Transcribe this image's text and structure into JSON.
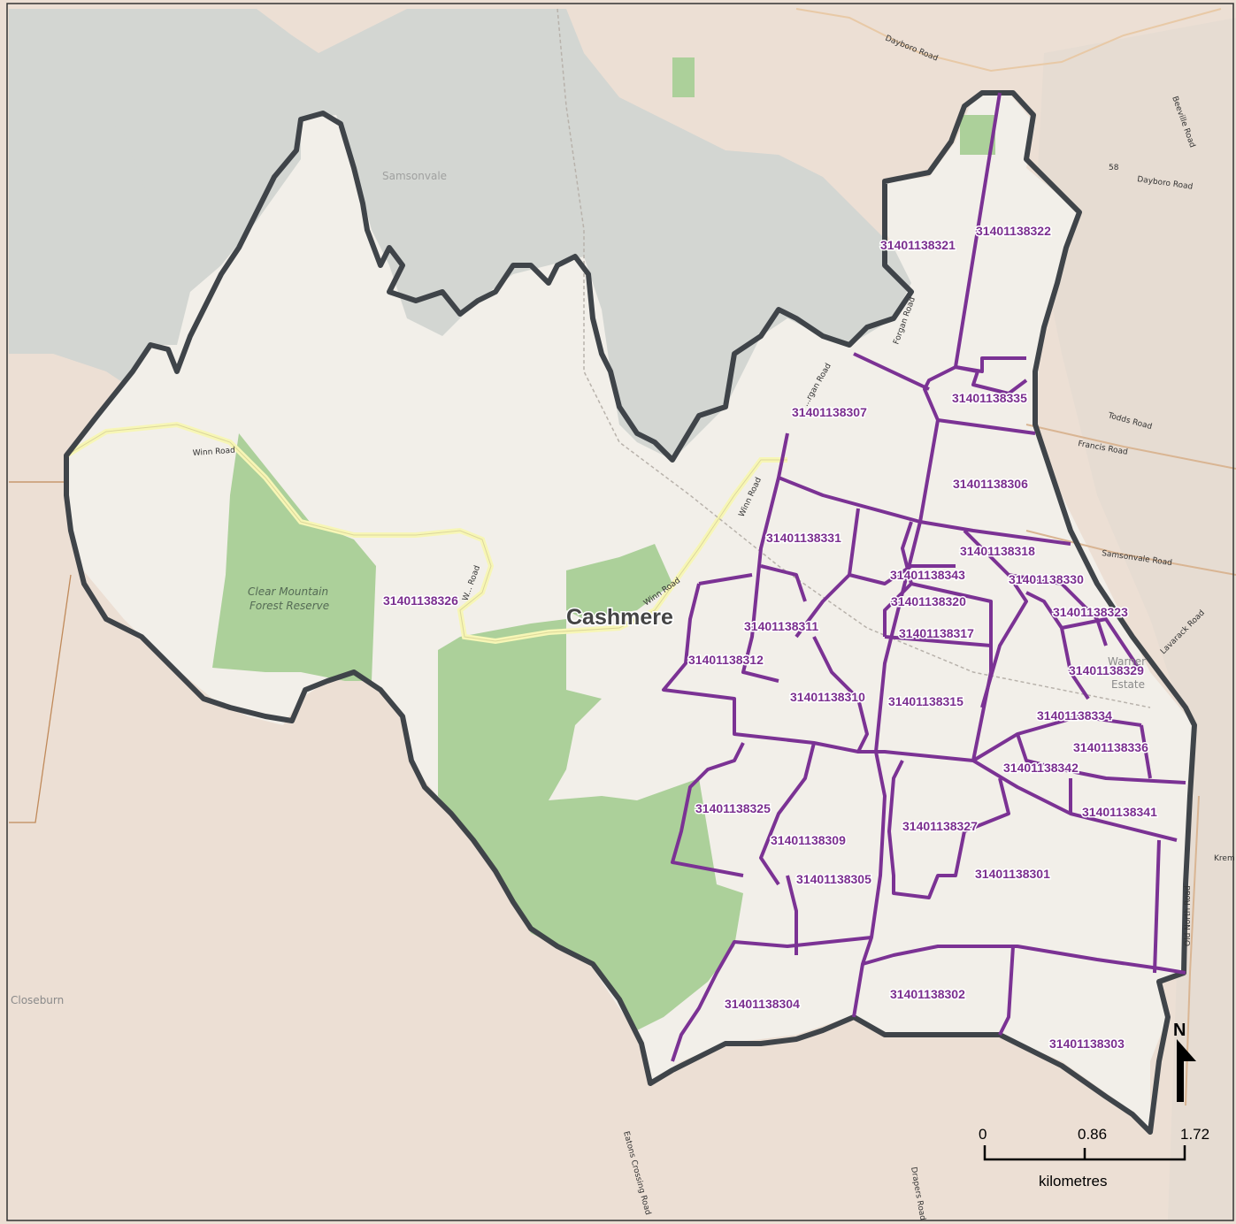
{
  "map": {
    "suburb_name": "Cashmere",
    "boundary_color": "#3f4449",
    "sa1_color": "#7b3294",
    "sa1_codes": [
      {
        "code": "31401138321"
      },
      {
        "code": "31401138322"
      },
      {
        "code": "31401138335"
      },
      {
        "code": "31401138307"
      },
      {
        "code": "31401138306"
      },
      {
        "code": "31401138331"
      },
      {
        "code": "31401138318"
      },
      {
        "code": "31401138343"
      },
      {
        "code": "31401138330"
      },
      {
        "code": "31401138320"
      },
      {
        "code": "31401138323"
      },
      {
        "code": "31401138326"
      },
      {
        "code": "31401138311"
      },
      {
        "code": "31401138317"
      },
      {
        "code": "31401138312"
      },
      {
        "code": "31401138329"
      },
      {
        "code": "31401138310"
      },
      {
        "code": "31401138315"
      },
      {
        "code": "31401138334"
      },
      {
        "code": "31401138336"
      },
      {
        "code": "31401138342"
      },
      {
        "code": "31401138325"
      },
      {
        "code": "31401138341"
      },
      {
        "code": "31401138327"
      },
      {
        "code": "31401138309"
      },
      {
        "code": "31401138305"
      },
      {
        "code": "31401138301"
      },
      {
        "code": "31401138304"
      },
      {
        "code": "31401138302"
      },
      {
        "code": "31401138303"
      }
    ],
    "road_names": {
      "dayboro_road": "Dayboro Road",
      "dayboro_road_east": "Dayboro Road",
      "winn_road_west": "Winn Road",
      "winn_road_mid": "W... Road",
      "winn_road_east": "Winn Road",
      "winn_road_ne": "Winn Road",
      "forgan_road": "Forgan Road",
      "forgan_road_south": "...rgan Road",
      "todds_road": "Todds Road",
      "francis_road": "Francis Road",
      "samsonvale_road": "Samsonvale Road",
      "lavarack_road": "Lavarack Road",
      "old_north_road": "Old North Road",
      "bleasville_road": "Beeville Road",
      "kremzow": "Krem",
      "eatons_crossing": "Eatons Crossing Road",
      "draper_road": "Drapers Road",
      "route_58": "58"
    },
    "place_names": {
      "samsonvale": "Samsonvale",
      "closeburn": "Closeburn",
      "warner": "Warner",
      "estate": "Estate"
    },
    "forest_name_line1": "Clear Mountain",
    "forest_name_line2": "Forest Reserve"
  },
  "north_arrow": {
    "label": "N"
  },
  "scale_bar": {
    "ticks": [
      "0",
      "0.86",
      "1.72"
    ],
    "unit": "kilometres"
  }
}
